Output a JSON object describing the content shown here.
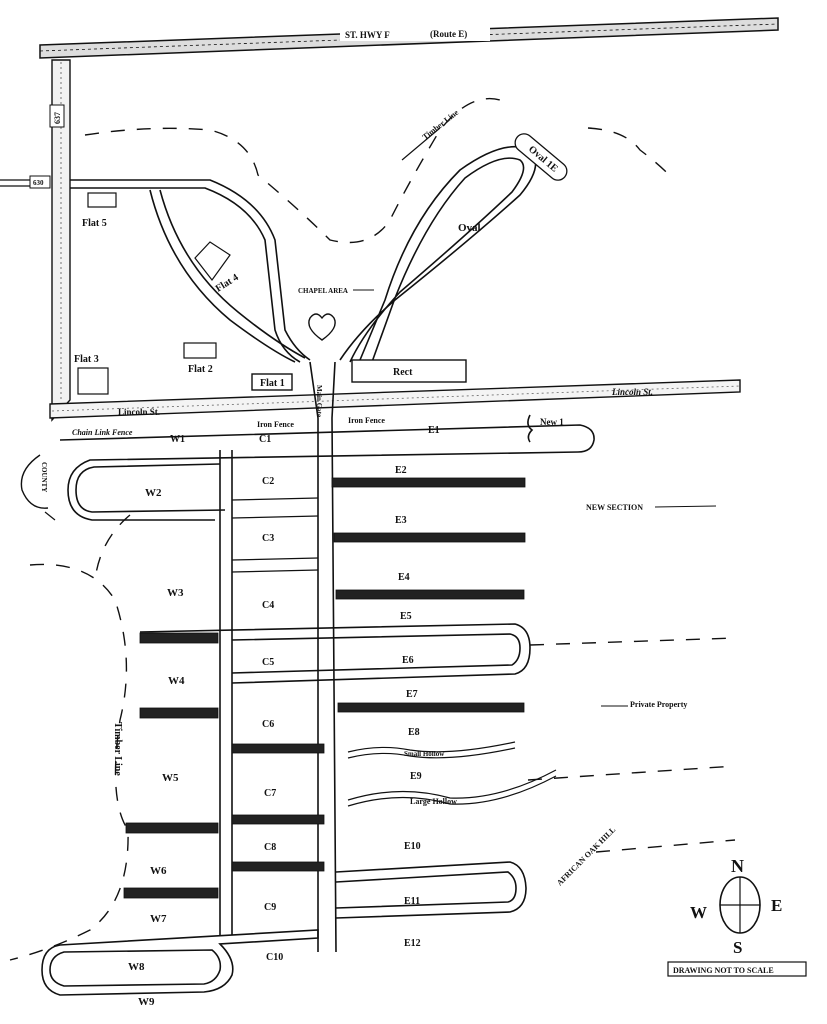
{
  "highway": {
    "name": "ST. HWY F",
    "route": "(Route E)"
  },
  "roads": {
    "road_637": "637",
    "road_630": "630",
    "lincoln_north": "Lincoln St.",
    "lincoln_south": "Lincoln St.",
    "county": "COUNTY"
  },
  "features": {
    "timber_line_north": "Timber Line",
    "timber_line_west": "Timber Line",
    "chapel_area": "CHAPEL AREA",
    "oval": "Oval",
    "oval_1e": "Oval 1E",
    "rect": "Rect",
    "main_gate": "Main Gate",
    "chain_link_fence": "Chain Link Fence",
    "iron_fence_1": "Iron Fence",
    "iron_fence_2": "Iron Fence",
    "new_section": "NEW SECTION",
    "private_property": "Private Property",
    "small_hollow": "Small Hollow",
    "large_hollow": "Large Hollow",
    "african_oak_hill": "AFRICAN OAK HILL"
  },
  "flats": [
    "Flat 5",
    "Flat 4",
    "Flat 3",
    "Flat 2",
    "Flat 1"
  ],
  "sections": {
    "west": [
      "W1",
      "W2",
      "W3",
      "W4",
      "W5",
      "W6",
      "W7",
      "W8",
      "W9"
    ],
    "center": [
      "C1",
      "C2",
      "C3",
      "C4",
      "C5",
      "C6",
      "C7",
      "C8",
      "C9",
      "C10"
    ],
    "east": [
      "E1",
      "E2",
      "E3",
      "E4",
      "E5",
      "E6",
      "E7",
      "E8",
      "E9",
      "E10",
      "E11",
      "E12"
    ],
    "new1": "New 1"
  },
  "compass": {
    "n": "N",
    "e": "E",
    "s": "S",
    "w": "W"
  },
  "note": "DRAWING NOT TO SCALE"
}
